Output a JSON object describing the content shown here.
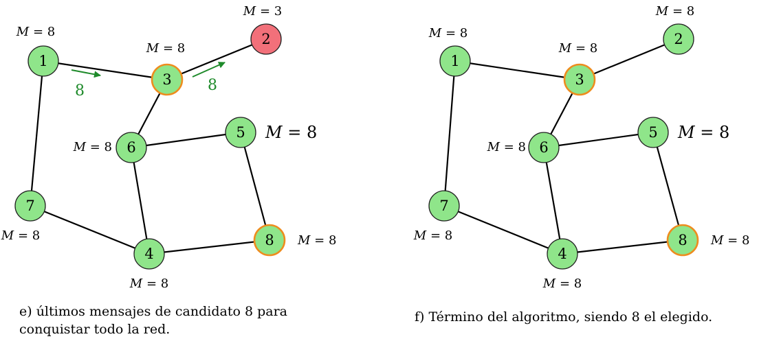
{
  "colors": {
    "node_fill": "#8fe58a",
    "node_fill_alert": "#f2707a",
    "leader_ring": "#ee8c1e",
    "edge": "#000000",
    "message": "#1e8a2a"
  },
  "m_prefix": "M = ",
  "panels": [
    {
      "id": "e",
      "caption": "e) últimos mensajes de candidato 8 para conquistar todo la red.",
      "nodes": [
        {
          "id": "1",
          "m": "8",
          "state": "normal"
        },
        {
          "id": "2",
          "m": "3",
          "state": "alert"
        },
        {
          "id": "3",
          "m": "8",
          "state": "leader-ring"
        },
        {
          "id": "4",
          "m": "8",
          "state": "normal"
        },
        {
          "id": "5",
          "m": "8",
          "state": "normal"
        },
        {
          "id": "6",
          "m": "8",
          "state": "normal"
        },
        {
          "id": "7",
          "m": "8",
          "state": "normal"
        },
        {
          "id": "8",
          "m": "8",
          "state": "leader-ring"
        }
      ],
      "edges": [
        [
          "1",
          "3"
        ],
        [
          "3",
          "2"
        ],
        [
          "3",
          "6"
        ],
        [
          "6",
          "5"
        ],
        [
          "6",
          "4"
        ],
        [
          "5",
          "8"
        ],
        [
          "1",
          "7"
        ],
        [
          "7",
          "4"
        ],
        [
          "4",
          "8"
        ]
      ],
      "messages": [
        {
          "from": "1",
          "to": "3",
          "value": "8"
        },
        {
          "from": "3",
          "to": "2",
          "value": "8"
        }
      ]
    },
    {
      "id": "f",
      "caption": "f) Término del algoritmo, siendo 8 el elegido.",
      "nodes": [
        {
          "id": "1",
          "m": "8",
          "state": "normal"
        },
        {
          "id": "2",
          "m": "8",
          "state": "normal"
        },
        {
          "id": "3",
          "m": "8",
          "state": "leader-ring"
        },
        {
          "id": "4",
          "m": "8",
          "state": "normal"
        },
        {
          "id": "5",
          "m": "8",
          "state": "normal"
        },
        {
          "id": "6",
          "m": "8",
          "state": "normal"
        },
        {
          "id": "7",
          "m": "8",
          "state": "normal"
        },
        {
          "id": "8",
          "m": "8",
          "state": "leader-ring"
        }
      ],
      "edges": [
        [
          "1",
          "3"
        ],
        [
          "3",
          "2"
        ],
        [
          "3",
          "6"
        ],
        [
          "6",
          "5"
        ],
        [
          "6",
          "4"
        ],
        [
          "5",
          "8"
        ],
        [
          "1",
          "7"
        ],
        [
          "7",
          "4"
        ],
        [
          "4",
          "8"
        ]
      ],
      "messages": []
    }
  ]
}
